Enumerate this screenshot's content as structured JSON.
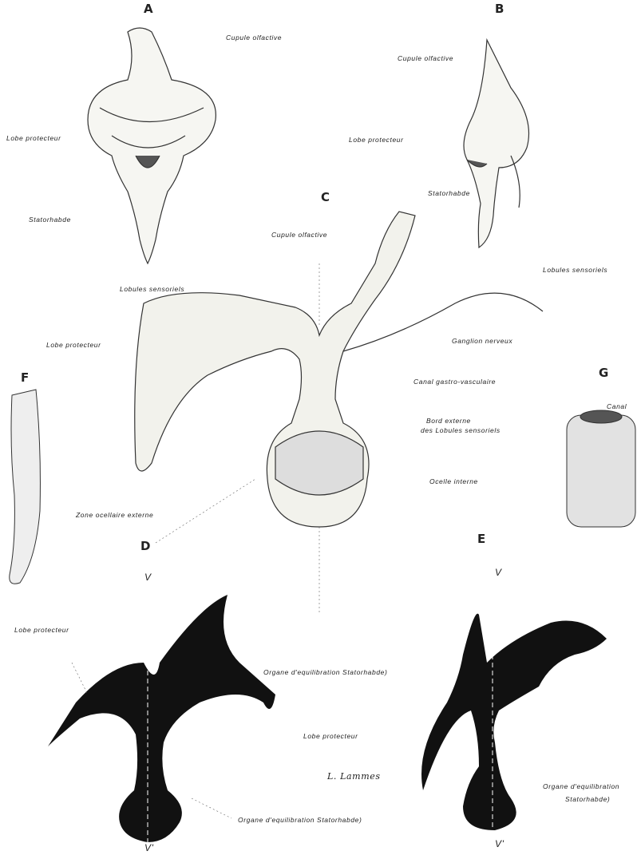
{
  "figures": {
    "A": "A",
    "B": "B",
    "C": "C",
    "D": "D",
    "E": "E",
    "F": "F",
    "G": "G"
  },
  "labels": {
    "a_cupule": "Cupule olfactive",
    "a_lobe": "Lobe protecteur",
    "a_statorhabde": "Statorhabde",
    "a_lobules": "Lobules sensoriels",
    "b_cupule": "Cupule olfactive",
    "b_lobe": "Lobe protecteur",
    "b_statorhabde": "Statorhabde",
    "b_lobules": "Lobules sensoriels",
    "c_cupule": "Cupule olfactive",
    "c_lobe": "Lobe protecteur",
    "c_ganglion": "Ganglion nerveux",
    "c_canal": "Canal gastro-vasculaire",
    "c_bord1": "Bord externe",
    "c_bord2": "des Lobules sensoriels",
    "c_zone": "Zone ocellaire externe",
    "c_ocelle": "Ocelle interne",
    "c_organe": "Organe d'equilibration  Statorhabde)",
    "g_canal": "Canal",
    "d_lobe": "Lobe protecteur",
    "d_organe": "Organe d'equilibration  Statorhabde)",
    "d_v_top": "V",
    "d_v_bottom": "V'",
    "e_lobe": "Lobe protecteur",
    "e_organe1": "Organe d'equilibration",
    "e_organe2": "Statorhabde)",
    "e_v_top": "V",
    "e_v_bottom": "V'",
    "signature": "L. Lammes"
  },
  "colors": {
    "ink": "#111111",
    "line": "#333333",
    "shade": "#f2f2ec"
  }
}
